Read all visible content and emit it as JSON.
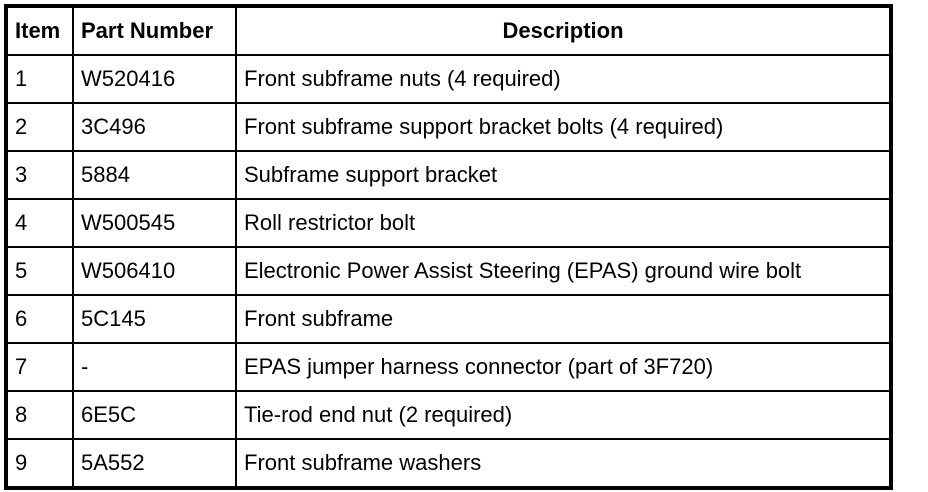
{
  "table": {
    "headers": [
      "Item",
      "Part Number",
      "Description"
    ],
    "rows": [
      {
        "item": "1",
        "part": "W520416",
        "desc": "Front subframe nuts (4 required)"
      },
      {
        "item": "2",
        "part": "3C496",
        "desc": "Front subframe support bracket bolts (4 required)"
      },
      {
        "item": "3",
        "part": "5884",
        "desc": "Subframe support bracket"
      },
      {
        "item": "4",
        "part": "W500545",
        "desc": "Roll restrictor bolt"
      },
      {
        "item": "5",
        "part": "W506410",
        "desc": "Electronic Power Assist Steering (EPAS) ground wire bolt"
      },
      {
        "item": "6",
        "part": "5C145",
        "desc": "Front subframe"
      },
      {
        "item": "7",
        "part": "-",
        "desc": "EPAS jumper harness connector (part of 3F720)"
      },
      {
        "item": "8",
        "part": "6E5C",
        "desc": "Tie-rod end nut (2 required)"
      },
      {
        "item": "9",
        "part": "5A552",
        "desc": "Front subframe washers"
      }
    ],
    "colors": {
      "border": "#000000",
      "text": "#000000",
      "background": "#ffffff"
    }
  }
}
